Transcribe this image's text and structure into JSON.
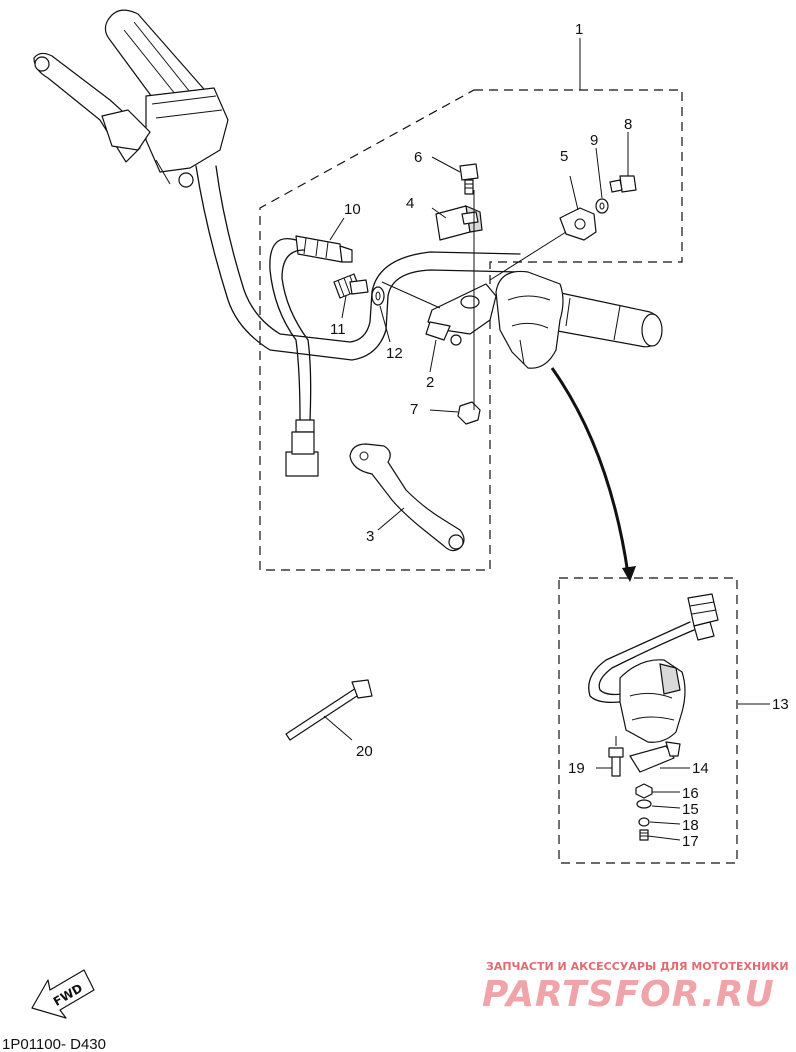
{
  "diagram": {
    "callouts": [
      "1",
      "2",
      "3",
      "4",
      "5",
      "6",
      "7",
      "8",
      "9",
      "10",
      "11",
      "12",
      "13",
      "14",
      "15",
      "16",
      "17",
      "18",
      "19",
      "20"
    ],
    "drawing_code": "1P01100- D430",
    "direction_label": "FWD"
  },
  "watermark": {
    "tagline": "ЗАПЧАСТИ И АКСЕССУАРЫ ДЛЯ МОТОТЕХНИКИ",
    "logo_text": "PARTSFOR.RU"
  },
  "colors": {
    "line": "#111111",
    "watermark_red": "#e26a72",
    "watermark_light": "#f0a3a8"
  }
}
